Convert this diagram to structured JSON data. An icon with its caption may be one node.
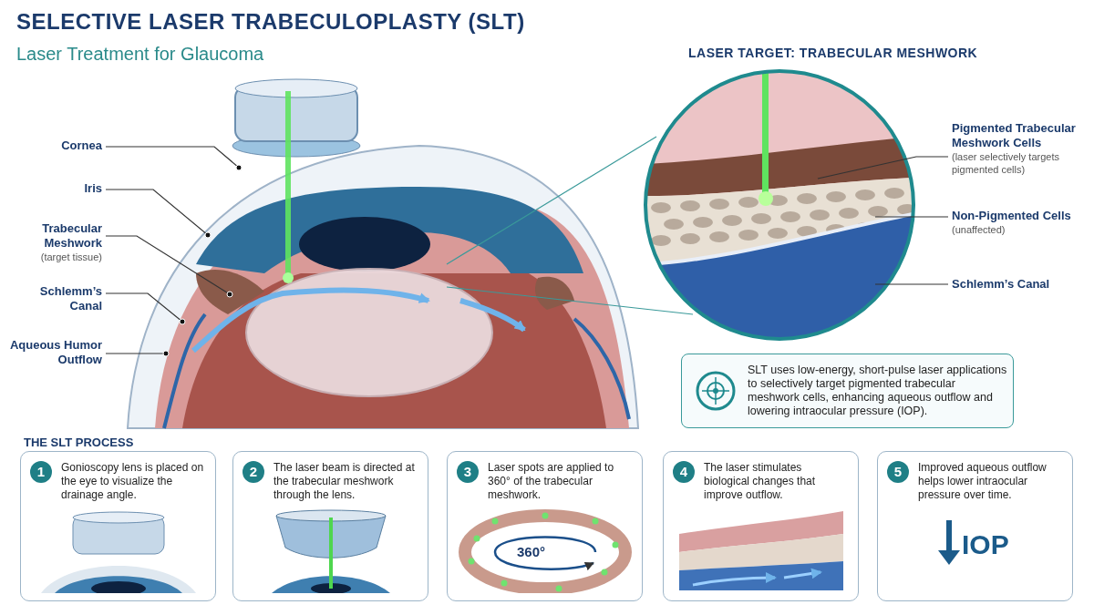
{
  "diagram": {
    "title": "SELECTIVE LASER TRABECULOPLASTY (SLT)",
    "nodes": [
      {
        "text": [
          "Cornea"
        ]
      },
      {
        "text": [
          "Iris"
        ]
      },
      {
        "text": [
          "Trabecular Meshwork",
          "(target tissue)"
        ]
      },
      {
        "text": [
          "Schlemm’s Canal"
        ]
      },
      {
        "text": [
          "Aqueous Humor Outflow"
        ]
      },
      {
        "text": [
          "Pigmented Trabecular Meshwork Cells",
          "(laser selectively targets pigmented cells)"
        ]
      },
      {
        "text": [
          "Non-Pigmented Cells",
          "(unaffected)"
        ]
      },
      {
        "text": [
          "Schlemm’s Canal"
        ]
      },
      {
        "text": [
          "SLT uses low-energy, short-pulse laser applications to selectively target pigmented trabecular meshwork cells, enhancing aqueous outflow and lowering intraocular pressure (IOP)."
        ]
      },
      {
        "text": [
          "Gonioscopy lens is placed on the eye to visualize the drainage angle."
        ]
      },
      {
        "text": [
          "1"
        ],
        "in": 9
      },
      {
        "text": [
          "The laser beam is directed at the trabecular meshwork through the lens."
        ]
      },
      {
        "text": [
          "2"
        ],
        "in": 11
      },
      {
        "text": [
          "Laser spots are applied to 360° of the trabecular meshwork.",
          "360°"
        ]
      },
      {
        "text": [
          "3"
        ],
        "in": 13
      },
      {
        "text": [
          "The laser stimulates biological changes that improve outflow."
        ]
      },
      {
        "text": [
          "4"
        ],
        "in": 15
      },
      {
        "text": [
          "Improved aqueous outflow helps lower intraocular pressure over time.",
          "IOP"
        ]
      },
      {
        "text": [
          "5"
        ],
        "in": 17
      },
      {
        "text": [],
        "shape": "picture"
      },
      {
        "text": [],
        "shape": "picture"
      },
      {
        "text": [],
        "shape": "picture"
      }
    ],
    "edges": [
      {
        "from": 0,
        "to": null,
        "arrow": "other"
      },
      {
        "from": 1,
        "to": null,
        "arrow": "other"
      },
      {
        "from": 2,
        "to": null,
        "arrow": "other"
      },
      {
        "from": 3,
        "to": null,
        "arrow": "other"
      },
      {
        "from": 4,
        "to": null,
        "arrow": "other"
      },
      {
        "from": 5,
        "to": 19,
        "arrow": "none"
      },
      {
        "from": 6,
        "to": 20,
        "arrow": "none"
      },
      {
        "from": 7,
        "to": 21,
        "arrow": "none"
      }
    ],
    "labels": [
      "Laser Treatment for Glaucoma",
      "LASER TARGET: TRABECULAR MESHWORK",
      "THE SLT PROCESS"
    ]
  }
}
